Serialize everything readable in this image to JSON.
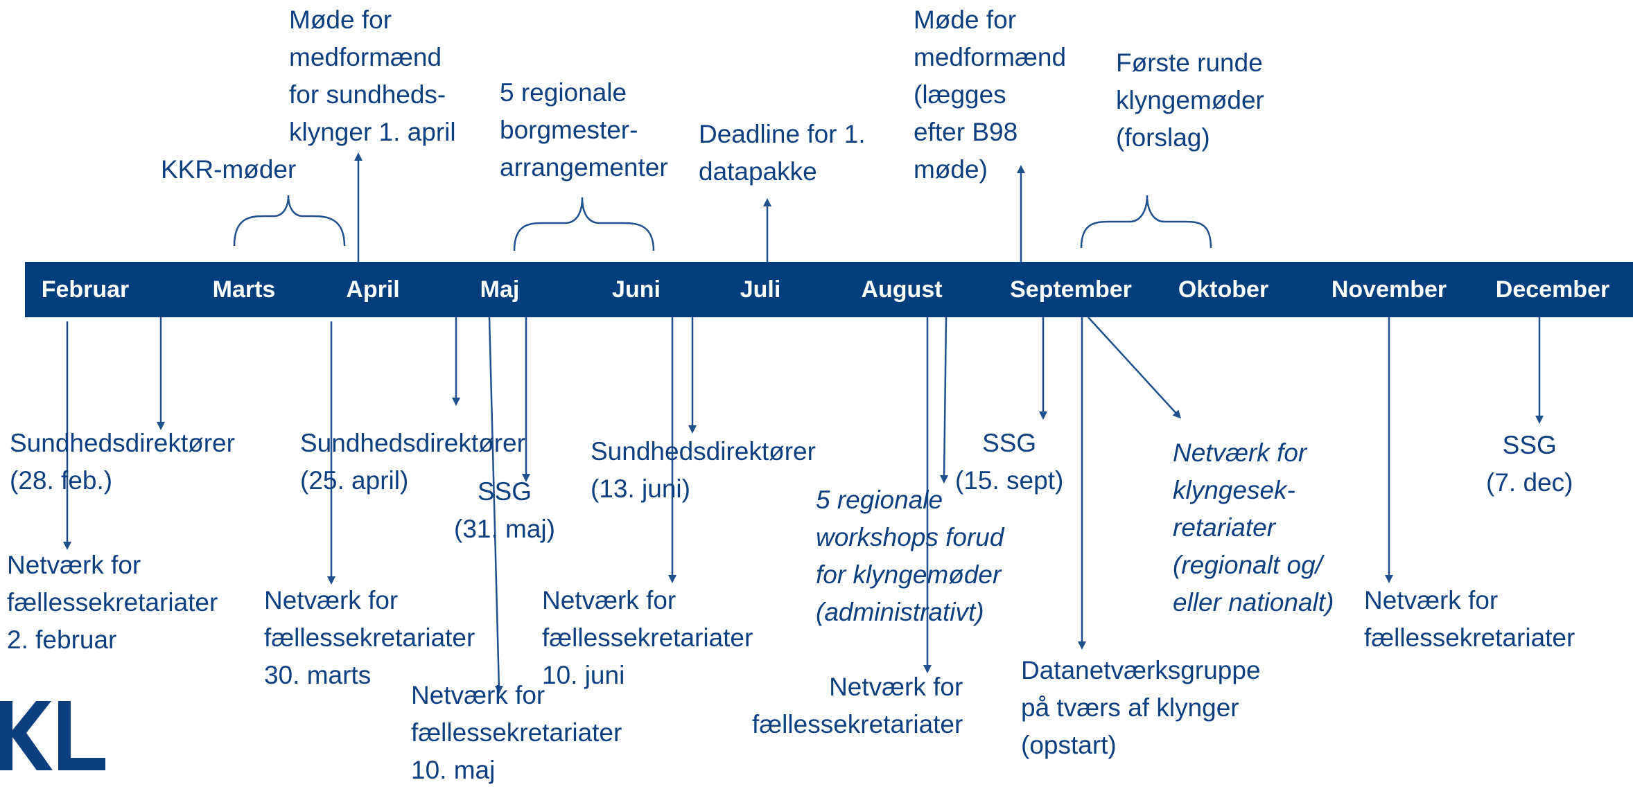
{
  "colors": {
    "band": "#003e7e",
    "text": "#0c3f80",
    "line": "#1f4f8c",
    "logo": "#0c3f80"
  },
  "months": [
    "Februar",
    "Marts",
    "April",
    "Maj",
    "Juni",
    "Juli",
    "August",
    "September",
    "Oktober",
    "November",
    "December"
  ],
  "above": {
    "kkr": "KKR-møder",
    "medformaend_april": "Møde for\nmedformænd\nfor sundheds-\nklynger 1. april",
    "borgmester": "5 regionale\nborgmester-\narrangementer",
    "deadline": "Deadline for 1.\ndatapakke",
    "medformaend_sept": "Møde for\nmedformænd\n(lægges\nefter B98\nmøde)",
    "forste_runde": "Første runde\nklyngemøder\n(forslag)"
  },
  "below": {
    "sd_feb": "Sundhedsdirektører\n(28. feb.)",
    "net_feb": "Netværk for\nfællessekretariater\n2. februar",
    "sd_april": "Sundhedsdirektører\n(25. april)",
    "net_marts": "Netværk for\nfællessekretariater\n30. marts",
    "ssg_maj": "SSG\n(31. maj)",
    "net_maj": "Netværk for\nfællessekretariater\n10. maj",
    "sd_juni": "Sundhedsdirektører\n(13. juni)",
    "net_juni": "Netværk for\nfællessekretariater\n10. juni",
    "workshops": "5 regionale\nworkshops forud\nfor klyngemøder\n(administrativt)",
    "net_aug": "Netværk for\nfællessekretariater",
    "ssg_sept": "SSG\n(15. sept)",
    "datanet": "Datanetværksgruppe\npå tværs af klynger\n(opstart)",
    "klyngesek": "Netværk for\nklyngesek-\nretariater\n(regionalt og/\neller nationalt)",
    "net_nov": "Netværk for\nfællessekretariater",
    "ssg_dec": "SSG\n(7. dec)"
  },
  "logo_text": "KL"
}
